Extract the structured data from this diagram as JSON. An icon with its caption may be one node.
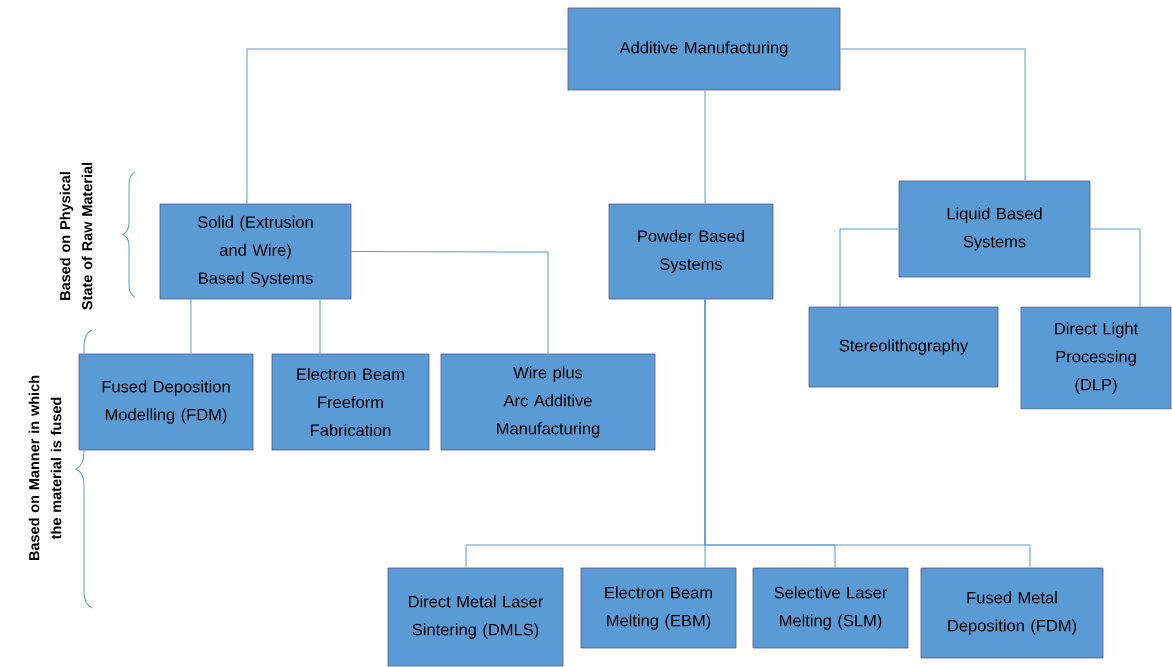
{
  "diagram": {
    "nodes": [
      {
        "text": [
          "Additive Manufacturing"
        ]
      },
      {
        "text": [
          "Solid (Extrusion and Wire) Based Systems"
        ]
      },
      {
        "text": [
          "Powder Based Systems"
        ]
      },
      {
        "text": [
          "Liquid Based Systems"
        ]
      },
      {
        "text": [
          "Fused Deposition Modelling (FDM)"
        ]
      },
      {
        "text": [
          "Electron Beam Freeform Fabrication"
        ]
      },
      {
        "text": [
          "Wire plus Arc Additive Manufacturing"
        ]
      },
      {
        "text": [
          "Stereolithography"
        ]
      },
      {
        "text": [
          "Direct Light Processing (DLP)"
        ]
      },
      {
        "text": [
          "Direct Metal Laser Sintering (DMLS)"
        ]
      },
      {
        "text": [
          "Electron Beam Melting (EBM)"
        ]
      },
      {
        "text": [
          "Selective Laser Melting (SLM)"
        ]
      },
      {
        "text": [
          "Fused Metal Deposition (FDM)"
        ]
      }
    ],
    "edges": [
      {
        "from": 0,
        "to": 1,
        "arrow": "none"
      },
      {
        "from": 0,
        "to": 2,
        "arrow": "none"
      },
      {
        "from": 0,
        "to": 3,
        "arrow": "none"
      },
      {
        "from": 1,
        "to": 4,
        "arrow": "none"
      },
      {
        "from": 1,
        "to": 5,
        "arrow": "none"
      },
      {
        "from": 1,
        "to": 6,
        "arrow": "none"
      },
      {
        "from": 3,
        "to": 7,
        "arrow": "none"
      },
      {
        "from": 3,
        "to": 8,
        "arrow": "none"
      },
      {
        "from": 2,
        "to": 9,
        "arrow": "none"
      },
      {
        "from": 2,
        "to": 10,
        "arrow": "none"
      },
      {
        "from": 2,
        "to": 11,
        "arrow": "none"
      },
      {
        "from": 2,
        "to": 12,
        "arrow": "none"
      }
    ],
    "labels": [
      "Based on Physical State of Raw Material",
      "Based on Manner in which the material is fused"
    ]
  }
}
